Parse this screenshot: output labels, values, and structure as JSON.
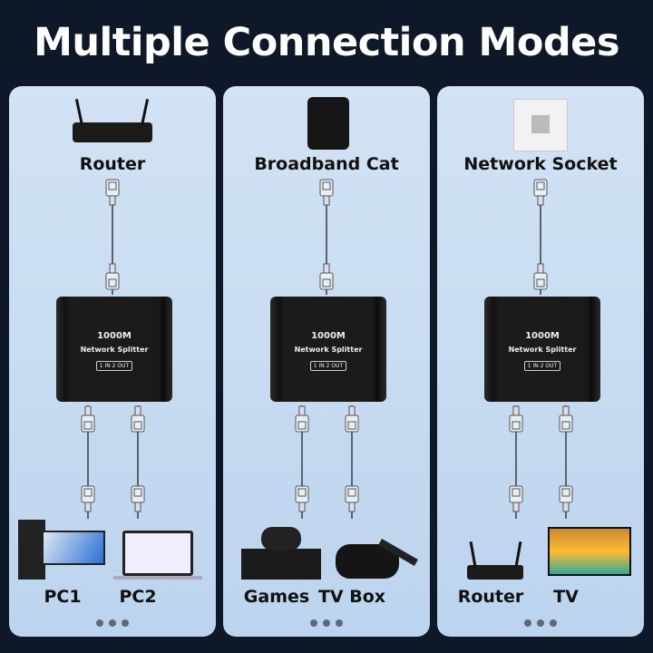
{
  "title": "Multiple Connection Modes",
  "splitter": {
    "speed": "1000M",
    "name": "Network Splitter",
    "mode": "1 IN 2 OUT"
  },
  "panels": [
    {
      "source": "Router",
      "outputs": [
        "PC1",
        "PC2"
      ]
    },
    {
      "source": "Broadband Cat",
      "outputs": [
        "Games",
        "TV Box"
      ]
    },
    {
      "source": "Network Socket",
      "outputs": [
        "Router",
        "TV"
      ]
    }
  ]
}
